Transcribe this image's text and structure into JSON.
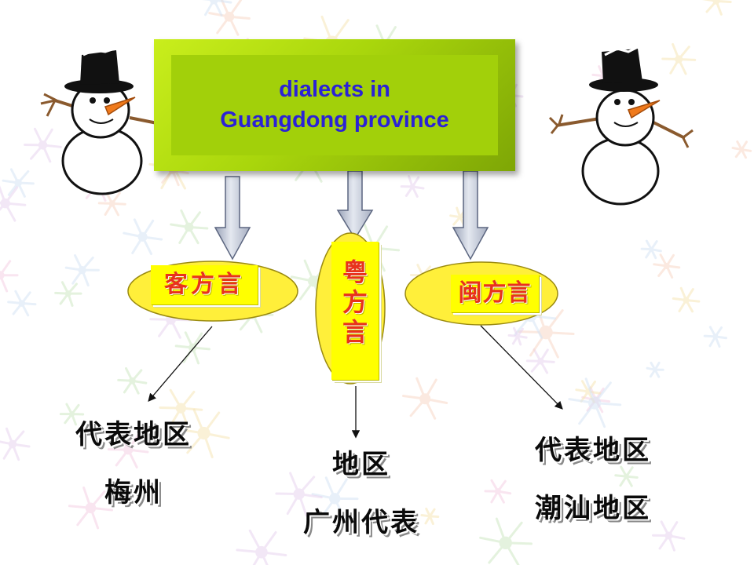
{
  "title": {
    "line1": "dialects in",
    "line2": "Guangdong province"
  },
  "dialects": {
    "hakka": "客方言",
    "yue_chars": [
      "粤",
      "方",
      "言"
    ],
    "min": "闽方言"
  },
  "regions": {
    "left": {
      "heading": "代表地区",
      "place": "梅州"
    },
    "middle": {
      "heading": "地区",
      "place": "广州代表"
    },
    "right": {
      "heading": "代表地区",
      "place": "潮汕地区"
    }
  },
  "colors": {
    "title_text": "#2b22d6",
    "title_fill": "#a2d00a",
    "ellipse_fill": "#ffef3a",
    "label_fill": "#ffff00",
    "label_text": "#e8321c",
    "arrow_fill": "#c6ccd8",
    "snowman_hat": "#111111",
    "snowman_nose": "#f07a1c"
  },
  "icons": [
    "snowman-icon",
    "snowflake-icon"
  ]
}
